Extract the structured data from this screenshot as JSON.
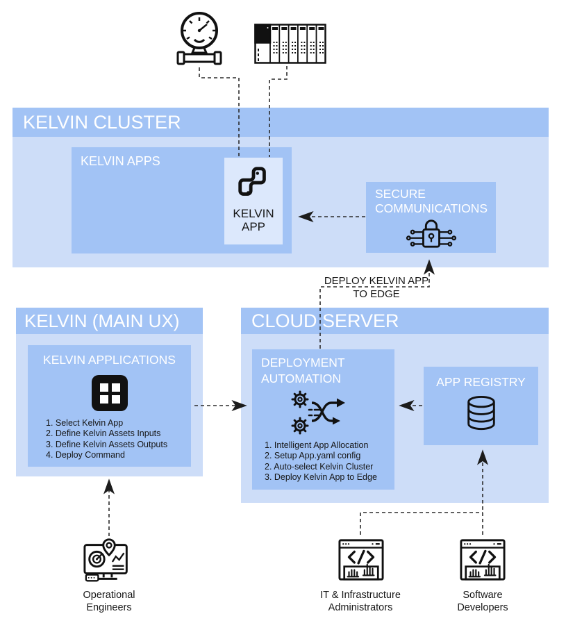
{
  "colors": {
    "box_medium": "#a2c3f5",
    "box_light": "#cdddf8",
    "box_pale": "#dce8fc",
    "title_text": "#ffffff",
    "body_text": "#161616",
    "connector": "#2b2b2b"
  },
  "top_icons": {
    "sensor": "pressure-gauge-valve-icon",
    "plc": "plc-controller-icon"
  },
  "kelvin_cluster": {
    "title": "KELVIN CLUSTER",
    "kelvin_apps": {
      "title": "KELVIN APPS"
    },
    "kelvin_app": {
      "line1": "KELVIN",
      "line2": "APP",
      "icon": "python-app-icon"
    },
    "secure_communications": {
      "line1": "SECURE",
      "line2": "COMMUNICATIONS",
      "icon": "secure-lock-icon"
    }
  },
  "deploy_label": {
    "line1": "DEPLOY KELVIN APP",
    "line2": "TO EDGE"
  },
  "kelvin_main_ux": {
    "title": "KELVIN (MAIN UX)",
    "applications": {
      "title": "KELVIN APPLICATIONS",
      "icon": "apps-grid-icon",
      "steps": [
        "1. Select Kelvin App",
        "2. Define Kelvin Assets Inputs",
        "3. Define Kelvin Assets Outputs",
        "4. Deploy Command"
      ]
    }
  },
  "cloud_server": {
    "title": "CLOUD SERVER",
    "deployment_automation": {
      "line1": "DEPLOYMENT",
      "line2": "AUTOMATION",
      "icon": "automation-gears-icon",
      "steps": [
        "1. Intelligent App Allocation",
        "2. Setup App.yaml config",
        "2. Auto-select Kelvin Cluster",
        "3. Deploy Kelvin App to Edge"
      ]
    },
    "app_registry": {
      "title": "APP REGISTRY",
      "icon": "database-icon"
    }
  },
  "actors": {
    "operational": {
      "line1": "Operational",
      "line2": "Engineers",
      "icon": "monitoring-dashboard-icon"
    },
    "it_admins": {
      "line1": "IT & Infrastructure",
      "line2": "Administrators",
      "icon": "code-window-hands-icon"
    },
    "software_devs": {
      "line1": "Software",
      "line2": "Developers",
      "icon": "code-window-hands-icon"
    }
  }
}
